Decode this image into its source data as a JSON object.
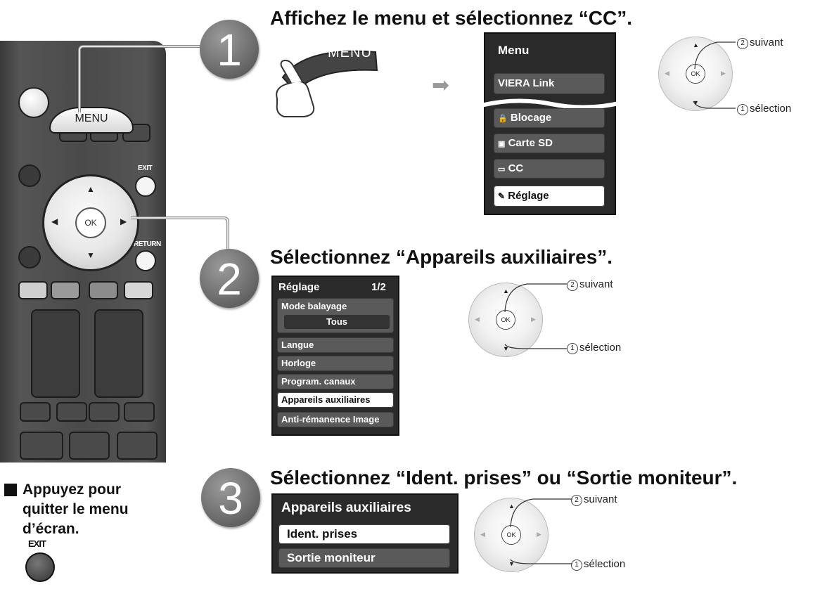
{
  "remote": {
    "menu_label": "MENU",
    "exit_label": "EXIT",
    "return_label": "RETURN",
    "ok_label": "OK"
  },
  "steps": [
    {
      "number": "1",
      "title": "Affichez le menu et sélectionnez “CC”."
    },
    {
      "number": "2",
      "title": "Sélectionnez “Appareils auxiliaires”."
    },
    {
      "number": "3",
      "title": "Sélectionnez “Ident. prises” ou “Sortie moniteur”."
    }
  ],
  "menu_button_label": "MENU",
  "menu_panel": {
    "title": "Menu",
    "items": [
      {
        "icon": "link-icon",
        "label": "VIERA Link"
      },
      {
        "icon": "lock-icon",
        "glyph": "🔒",
        "label": "Blocage"
      },
      {
        "icon": "sd-card-icon",
        "glyph": "▣",
        "label": "Carte SD"
      },
      {
        "icon": "cc-icon",
        "glyph": "▭",
        "label": "CC"
      },
      {
        "icon": "wrench-icon",
        "glyph": "✎",
        "label": "Réglage"
      }
    ]
  },
  "reglage_panel": {
    "title": "Réglage",
    "page": "1/2",
    "mode_label": "Mode balayage",
    "mode_value": "Tous",
    "items": [
      "Langue",
      "Horloge",
      "Program. canaux",
      "Appareils auxiliaires",
      "Anti-rémanence Image"
    ]
  },
  "aux_panel": {
    "title": "Appareils auxiliaires",
    "items": [
      "Ident. prises",
      "Sortie moniteur"
    ]
  },
  "dpad_diagram": {
    "ok_label": "OK",
    "next_num": "2",
    "next_label": "suivant",
    "select_num": "1",
    "select_label": "sélection"
  },
  "exit_note": {
    "lines": [
      "Appuyez pour",
      "quitter le menu",
      "d’écran."
    ],
    "button_label": "EXIT"
  }
}
